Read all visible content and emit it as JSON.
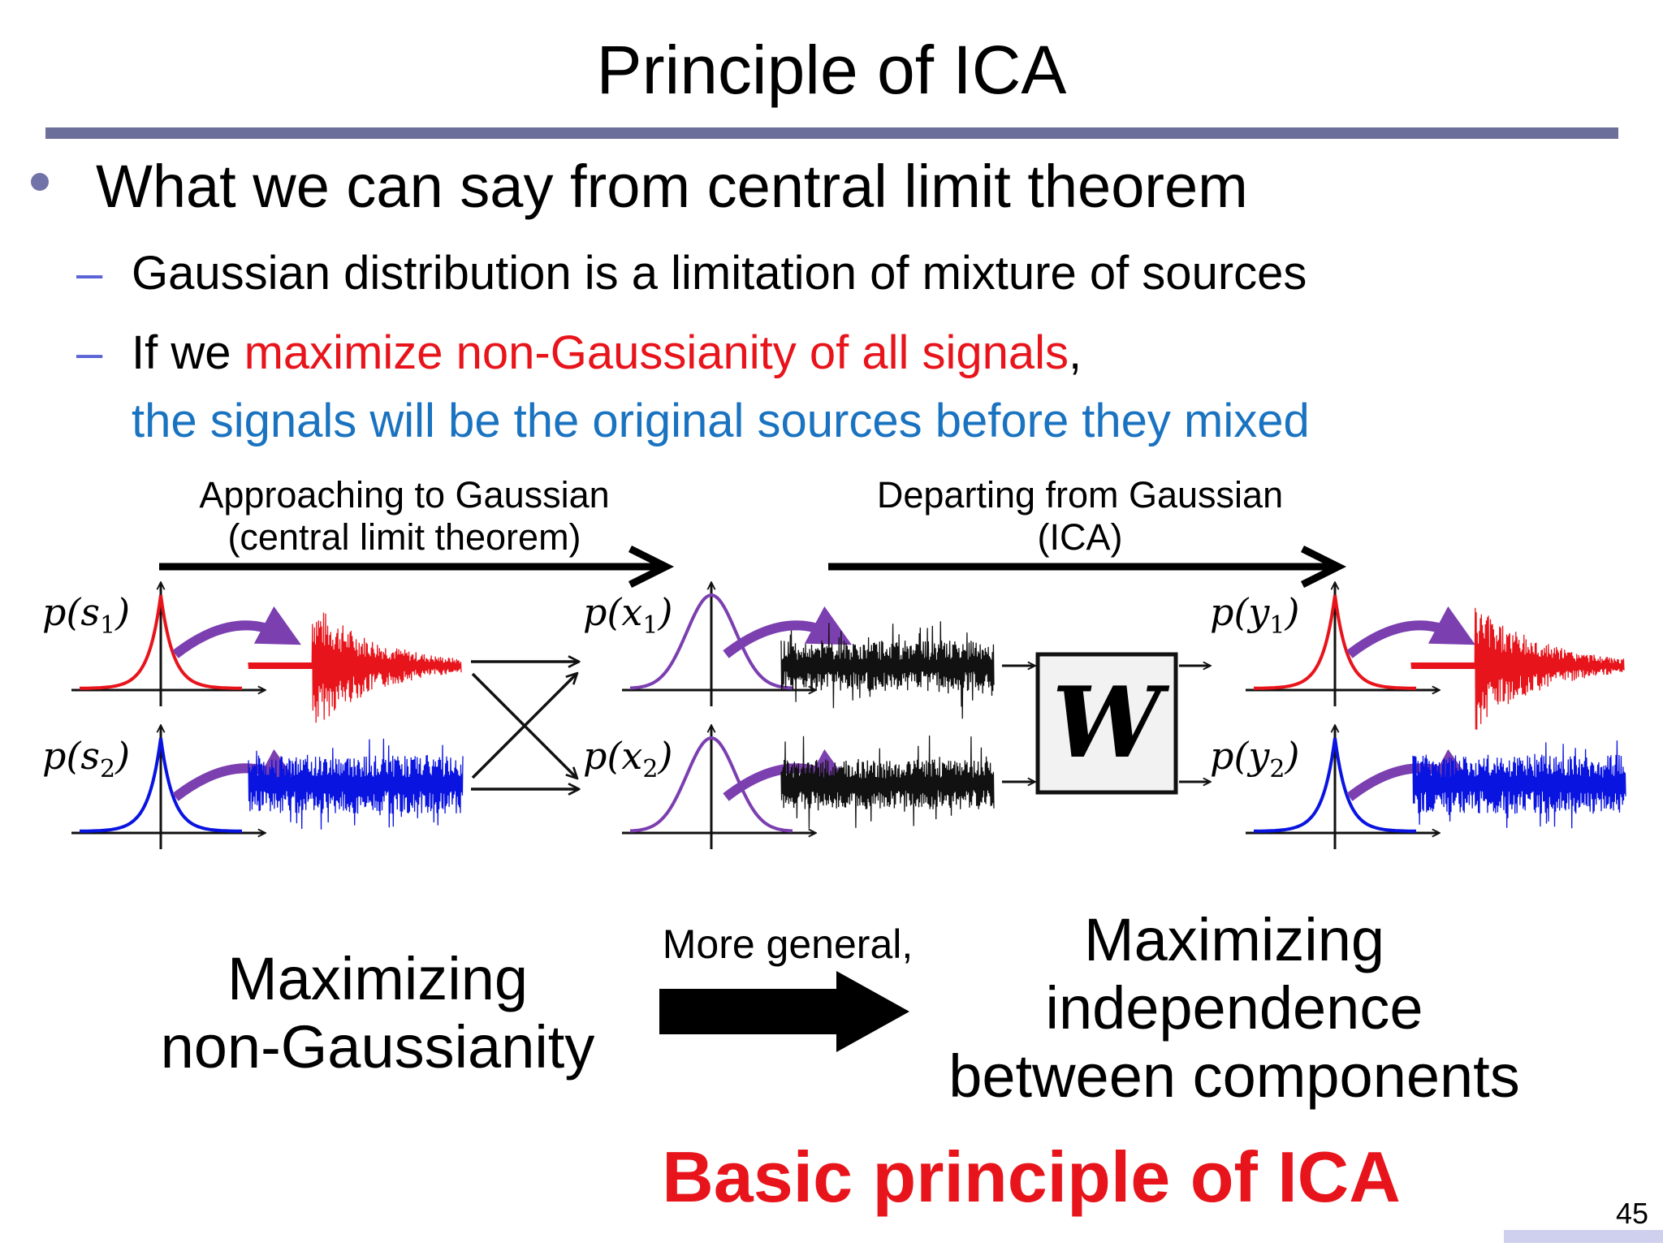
{
  "title": "Principle of ICA",
  "bullet": "What we can say from central limit theorem",
  "sub_bullets": {
    "dash": "–",
    "item1": "Gaussian distribution is a limitation of mixture of sources",
    "item2_prefix": "If we ",
    "item2_highlight": "maximize non-Gaussianity of all signals",
    "item2_suffix": ",",
    "item3": "the signals will be the original sources before they mixed"
  },
  "diagram": {
    "approach_line1": "Approaching to Gaussian",
    "approach_line2": "(central limit theorem)",
    "depart_line1": "Departing from Gaussian",
    "depart_line2": "(ICA)",
    "p_s1": {
      "func": "p(s",
      "sub": "1",
      "close": ")"
    },
    "p_s2": {
      "func": "p(s",
      "sub": "2",
      "close": ")"
    },
    "p_x1": {
      "func": "p(x",
      "sub": "1",
      "close": ")"
    },
    "p_x2": {
      "func": "p(x",
      "sub": "2",
      "close": ")"
    },
    "p_y1": {
      "func": "p(y",
      "sub": "1",
      "close": ")"
    },
    "p_y2": {
      "func": "p(y",
      "sub": "2",
      "close": ")"
    },
    "w_label": "W",
    "colors": {
      "red": "#e8141b",
      "blue": "#0a14e0",
      "purple": "#7b3fb0",
      "black": "#111111"
    }
  },
  "bottom": {
    "left_line1": "Maximizing",
    "left_line2": "non-Gaussianity",
    "more_general": "More general,",
    "right_line1": "Maximizing",
    "right_line2": "independence",
    "right_line3": "between components",
    "basic": "Basic principle of ICA"
  },
  "page_number": "45"
}
